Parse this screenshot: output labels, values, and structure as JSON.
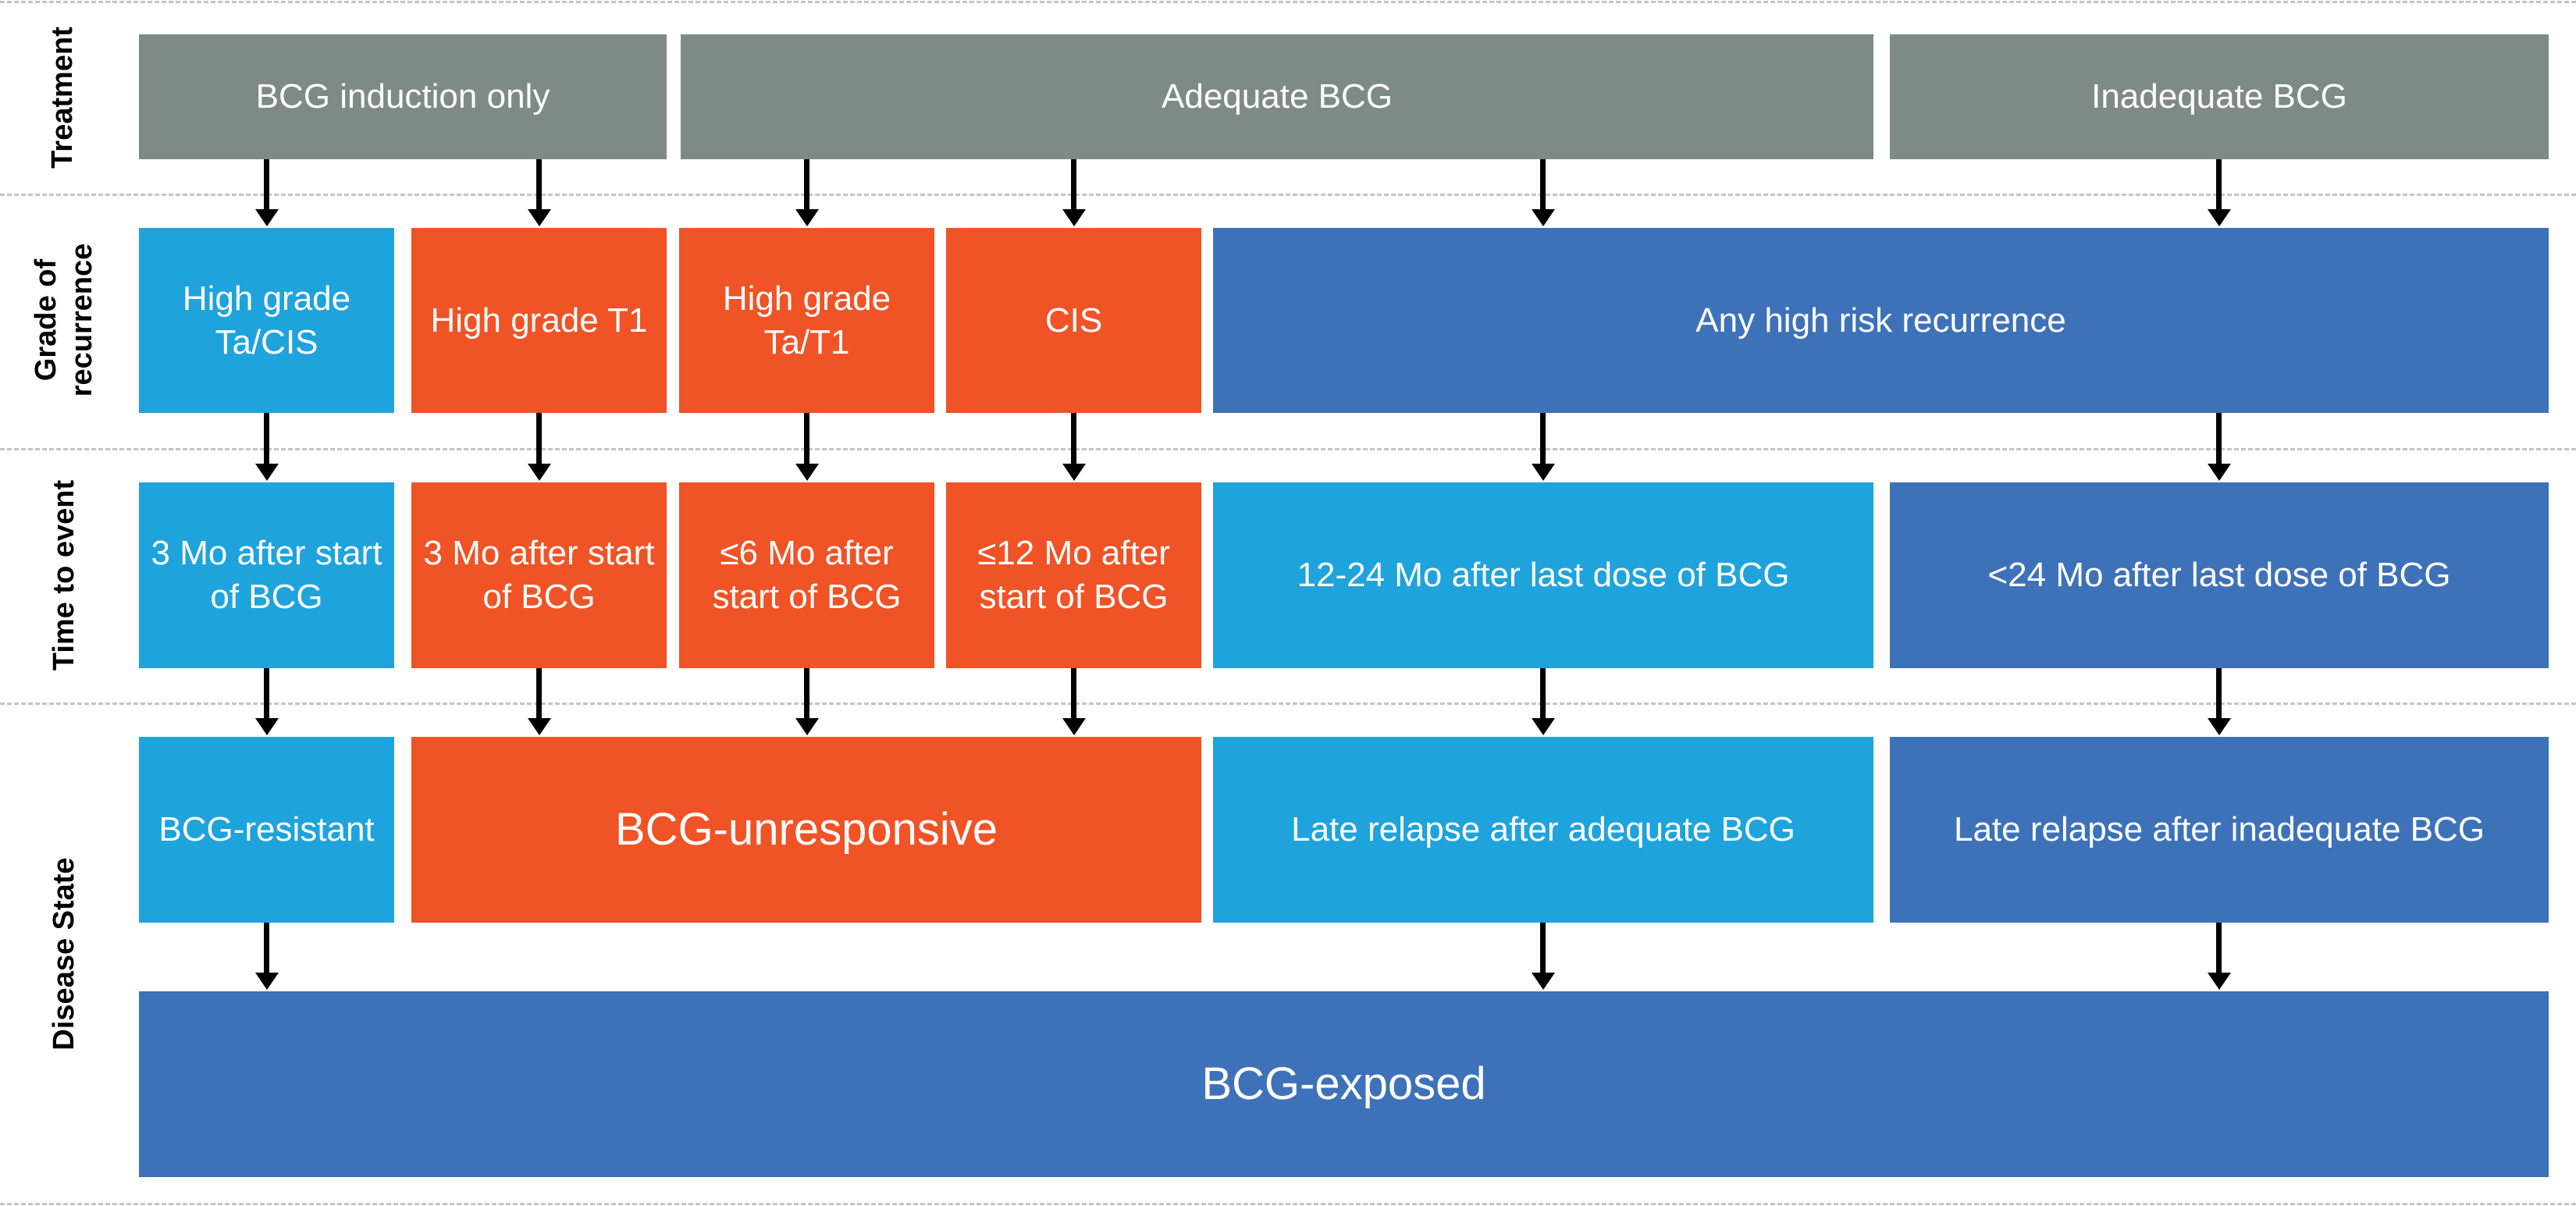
{
  "row_labels": {
    "treatment": "Treatment",
    "grade_of_recurrence": "Grade of recurrence",
    "time_to_event": "Time to event",
    "disease_state": "Disease State"
  },
  "treatment": {
    "induction_only": "BCG induction only",
    "adequate": "Adequate BCG",
    "inadequate": "Inadequate BCG"
  },
  "grade": {
    "hg_ta_cis": "High grade Ta/CIS",
    "hg_t1": "High grade T1",
    "hg_ta_t1": "High grade Ta/T1",
    "cis": "CIS",
    "any_high_risk": "Any high risk recurrence"
  },
  "time": {
    "three_mo_a": "3 Mo after start of BCG",
    "three_mo_b": "3 Mo after start of BCG",
    "six_mo": "≤6 Mo after start of BCG",
    "twelve_mo": "≤12 Mo after start of BCG",
    "twelve_24_mo": "12-24 Mo after last dose of BCG",
    "lt_24_mo": "<24 Mo after last dose of BCG"
  },
  "disease": {
    "resistant": "BCG-resistant",
    "unresponsive": "BCG-unresponsive",
    "late_adequate": "Late relapse after adequate BCG",
    "late_inadequate": "Late relapse after inadequate BCG",
    "exposed": "BCG-exposed"
  },
  "colors": {
    "gray": "#7e8a86",
    "cyan": "#1ea3dc",
    "orange": "#ef5326",
    "blue": "#3d72b9"
  }
}
